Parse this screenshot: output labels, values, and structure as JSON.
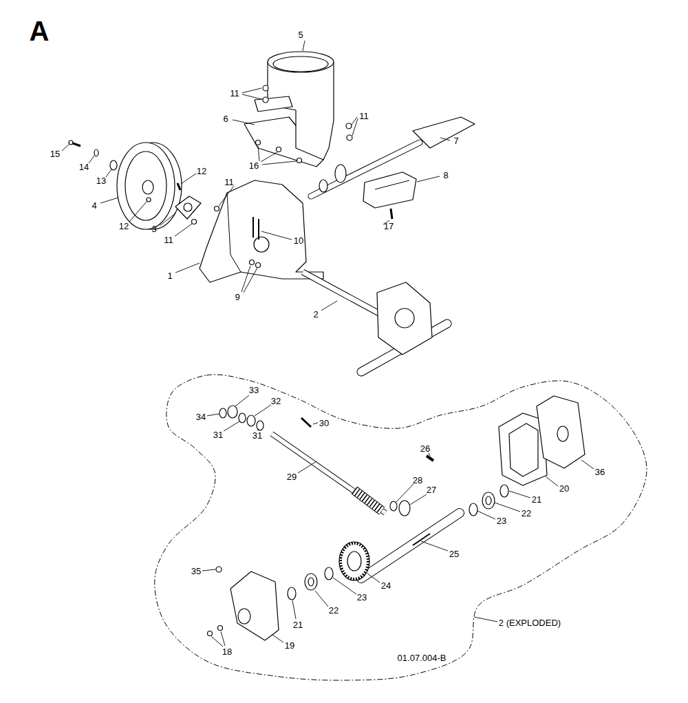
{
  "diagram": {
    "title": "A",
    "labels": [
      "5",
      "11",
      "6",
      "11",
      "7",
      "15",
      "16",
      "12",
      "11",
      "8",
      "14",
      "13",
      "4",
      "3",
      "12",
      "17",
      "11",
      "10",
      "1",
      "9",
      "2",
      "33",
      "32",
      "34",
      "30",
      "31",
      "31",
      "26",
      "29",
      "28",
      "27",
      "21",
      "20",
      "36",
      "22",
      "23",
      "25",
      "35",
      "24",
      "23",
      "22",
      "21",
      "2 (EXPLODED)",
      "19",
      "18",
      "01.07.004-B"
    ]
  }
}
